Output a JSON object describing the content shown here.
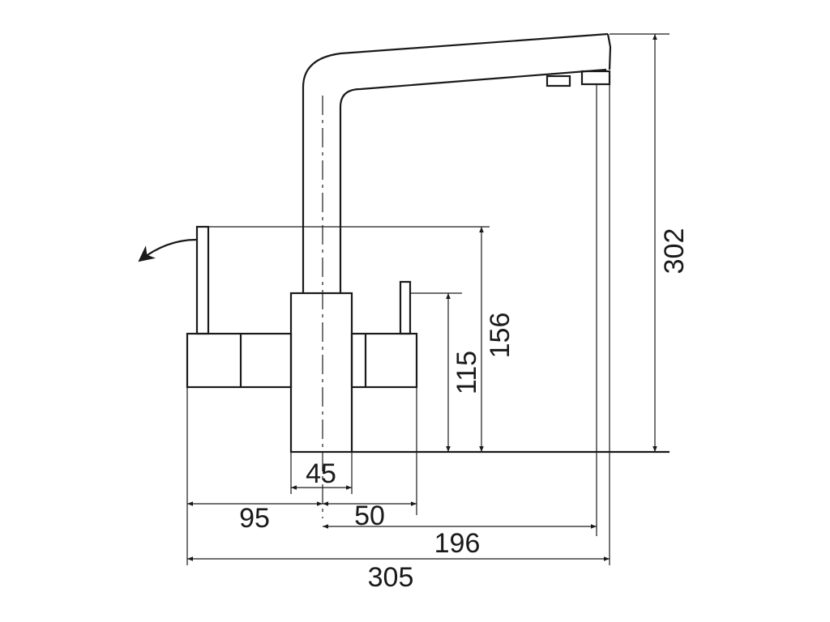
{
  "dimensions": {
    "d45": "45",
    "d95": "95",
    "d50": "50",
    "d196": "196",
    "d305": "305",
    "d115": "115",
    "d156": "156",
    "d302": "302"
  }
}
